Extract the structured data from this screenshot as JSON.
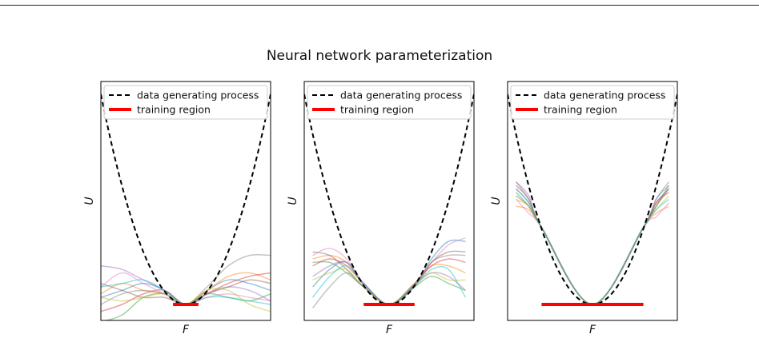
{
  "figure": {
    "title": "Neural network parameterization"
  },
  "chart_data": [
    {
      "type": "line",
      "xlabel": "F",
      "ylabel": "U",
      "xlim": [
        -2.0,
        2.0
      ],
      "ylim": [
        0.0,
        6.0
      ],
      "ticks_shown": false,
      "legend": {
        "placement": "top-left",
        "entries": [
          "data generating process",
          "training region"
        ]
      },
      "data_generating_process": {
        "form": "U = 1.5 * F^2",
        "style": "dashed",
        "color": "#000000"
      },
      "training_region": {
        "x": [
          -0.3,
          0.3
        ],
        "y": 0,
        "color": "#ff0000"
      },
      "samples": {
        "x": [
          -2.0,
          -1.5,
          -1.0,
          -0.5,
          0.0,
          0.5,
          1.0,
          1.5,
          2.0
        ],
        "series": [
          {
            "color": "#1f77b4",
            "y": [
              0.2,
              0.4,
              0.6,
              0.4,
              0.0,
              0.4,
              0.7,
              0.6,
              0.4
            ]
          },
          {
            "color": "#ff7f0e",
            "y": [
              0.3,
              0.6,
              0.4,
              0.3,
              0.0,
              0.4,
              0.8,
              0.9,
              0.7
            ]
          },
          {
            "color": "#2ca02c",
            "y": [
              -0.5,
              -0.3,
              0.2,
              0.3,
              0.0,
              0.3,
              0.2,
              0.1,
              0.3
            ]
          },
          {
            "color": "#d62728",
            "y": [
              -0.2,
              0.0,
              0.3,
              0.4,
              0.0,
              0.3,
              0.6,
              0.8,
              0.9
            ]
          },
          {
            "color": "#9467bd",
            "y": [
              1.1,
              1.0,
              0.7,
              0.4,
              0.0,
              0.3,
              0.5,
              0.4,
              0.1
            ]
          },
          {
            "color": "#8c564b",
            "y": [
              0.6,
              0.4,
              0.2,
              0.2,
              0.0,
              0.3,
              0.5,
              0.7,
              0.6
            ]
          },
          {
            "color": "#e377c2",
            "y": [
              0.5,
              0.9,
              0.6,
              0.3,
              0.0,
              0.2,
              0.3,
              0.2,
              0.1
            ]
          },
          {
            "color": "#7f7f7f",
            "y": [
              0.0,
              0.3,
              0.4,
              0.3,
              0.0,
              0.5,
              1.1,
              1.4,
              1.4
            ]
          },
          {
            "color": "#bcbd22",
            "y": [
              0.2,
              0.1,
              0.2,
              0.3,
              0.0,
              0.4,
              0.4,
              0.0,
              -0.2
            ]
          },
          {
            "color": "#17becf",
            "y": [
              0.5,
              0.6,
              0.7,
              0.4,
              0.0,
              0.2,
              0.2,
              0.1,
              0.0
            ]
          }
        ]
      }
    },
    {
      "type": "line",
      "xlabel": "F",
      "ylabel": "U",
      "xlim": [
        -2.0,
        2.0
      ],
      "ylim": [
        0.0,
        6.0
      ],
      "ticks_shown": false,
      "legend": {
        "placement": "top-left",
        "entries": [
          "data generating process",
          "training region"
        ]
      },
      "data_generating_process": {
        "form": "U = 1.5 * F^2",
        "style": "dashed",
        "color": "#000000"
      },
      "training_region": {
        "x": [
          -0.6,
          0.6
        ],
        "y": 0,
        "color": "#ff0000"
      },
      "samples": {
        "x": [
          -1.8,
          -1.4,
          -1.0,
          -0.6,
          0.0,
          0.6,
          1.0,
          1.4,
          1.8
        ],
        "series": [
          {
            "color": "#1f77b4",
            "y": [
              0.5,
              1.0,
              1.2,
              0.55,
              0.0,
              0.55,
              1.3,
              1.8,
              1.8
            ]
          },
          {
            "color": "#ff7f0e",
            "y": [
              1.3,
              1.4,
              1.2,
              0.6,
              0.0,
              0.6,
              1.1,
              1.1,
              0.9
            ]
          },
          {
            "color": "#2ca02c",
            "y": [
              1.2,
              1.2,
              0.9,
              0.5,
              0.0,
              0.5,
              0.8,
              0.6,
              0.4
            ]
          },
          {
            "color": "#d62728",
            "y": [
              1.1,
              1.3,
              1.1,
              0.6,
              0.0,
              0.6,
              1.1,
              1.3,
              1.2
            ]
          },
          {
            "color": "#9467bd",
            "y": [
              0.8,
              1.1,
              1.2,
              0.6,
              0.0,
              0.55,
              0.9,
              0.8,
              0.4
            ]
          },
          {
            "color": "#8c564b",
            "y": [
              1.5,
              1.4,
              1.0,
              0.5,
              0.0,
              0.55,
              1.2,
              1.5,
              1.5
            ]
          },
          {
            "color": "#e377c2",
            "y": [
              1.4,
              1.6,
              1.3,
              0.6,
              0.0,
              0.6,
              1.2,
              1.7,
              1.9
            ]
          },
          {
            "color": "#7f7f7f",
            "y": [
              -0.1,
              0.5,
              0.9,
              0.5,
              0.0,
              0.5,
              1.2,
              1.4,
              1.4
            ]
          },
          {
            "color": "#bcbd22",
            "y": [
              0.7,
              0.9,
              1.0,
              0.5,
              0.0,
              0.6,
              0.9,
              0.7,
              0.7
            ]
          },
          {
            "color": "#17becf",
            "y": [
              0.2,
              0.8,
              1.1,
              0.6,
              0.0,
              0.55,
              1.0,
              1.0,
              0.2
            ]
          }
        ]
      }
    },
    {
      "type": "line",
      "xlabel": "F",
      "ylabel": "U",
      "xlim": [
        -2.0,
        2.0
      ],
      "ylim": [
        0.0,
        6.0
      ],
      "ticks_shown": false,
      "legend": {
        "placement": "top-left",
        "entries": [
          "data generating process",
          "training region"
        ]
      },
      "data_generating_process": {
        "form": "U = 1.5 * F^2",
        "style": "dashed",
        "color": "#000000"
      },
      "training_region": {
        "x": [
          -1.2,
          1.2
        ],
        "y": 0,
        "color": "#ff0000"
      },
      "samples": {
        "x": [
          -1.8,
          -1.5,
          -1.2,
          0.0,
          1.2,
          1.5,
          1.8
        ],
        "series": [
          {
            "color": "#1f77b4",
            "y": [
              3.3,
              2.9,
              2.2,
              0.0,
              2.2,
              2.9,
              3.3
            ]
          },
          {
            "color": "#ff7f0e",
            "y": [
              2.8,
              2.7,
              2.2,
              0.0,
              2.2,
              2.6,
              2.8
            ]
          },
          {
            "color": "#2ca02c",
            "y": [
              3.2,
              2.8,
              2.2,
              0.0,
              2.2,
              2.8,
              3.4
            ]
          },
          {
            "color": "#d62728",
            "y": [
              3.4,
              3.0,
              2.2,
              0.0,
              2.2,
              2.9,
              3.2
            ]
          },
          {
            "color": "#9467bd",
            "y": [
              3.5,
              3.1,
              2.2,
              0.0,
              2.2,
              3.0,
              3.4
            ]
          },
          {
            "color": "#8c564b",
            "y": [
              3.1,
              2.8,
              2.2,
              0.0,
              2.2,
              2.8,
              3.3
            ]
          },
          {
            "color": "#e377c2",
            "y": [
              3.0,
              2.6,
              2.2,
              0.0,
              2.2,
              2.5,
              2.9
            ]
          },
          {
            "color": "#7f7f7f",
            "y": [
              3.5,
              3.0,
              2.2,
              0.0,
              2.2,
              3.0,
              3.5
            ]
          },
          {
            "color": "#bcbd22",
            "y": [
              3.0,
              2.8,
              2.2,
              0.0,
              2.2,
              2.7,
              3.1
            ]
          },
          {
            "color": "#17becf",
            "y": [
              3.3,
              2.9,
              2.2,
              0.0,
              2.2,
              2.7,
              3.0
            ]
          }
        ]
      }
    }
  ]
}
